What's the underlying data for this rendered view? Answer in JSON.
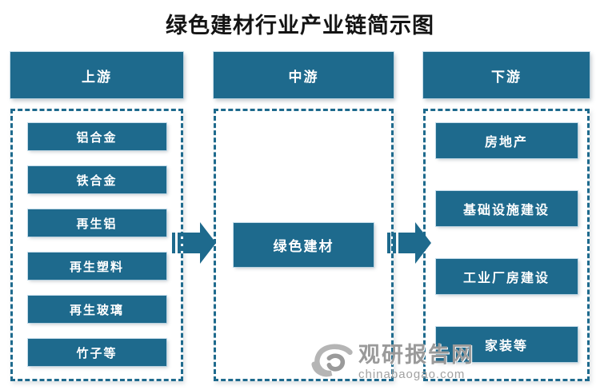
{
  "title": "绿色建材行业产业链简示图",
  "colors": {
    "box": "#1e6a8d",
    "line": "#1e6a8d",
    "text_on_box": "#ffffff",
    "title_text": "#141414",
    "watermark_gray": "#9a9a9a"
  },
  "columns": [
    {
      "header": "上游",
      "items": [
        "铝合金",
        "铁合金",
        "再生铝",
        "再生塑料",
        "再生玻璃",
        "竹子等"
      ]
    },
    {
      "header": "中游",
      "items": [
        "绿色建材"
      ]
    },
    {
      "header": "下游",
      "items": [
        "房地产",
        "基础设施建设",
        "工业厂房建设",
        "家装等"
      ]
    }
  ],
  "watermark": {
    "site_name": "观研报告网",
    "site_url": "chinabaogao.com"
  }
}
